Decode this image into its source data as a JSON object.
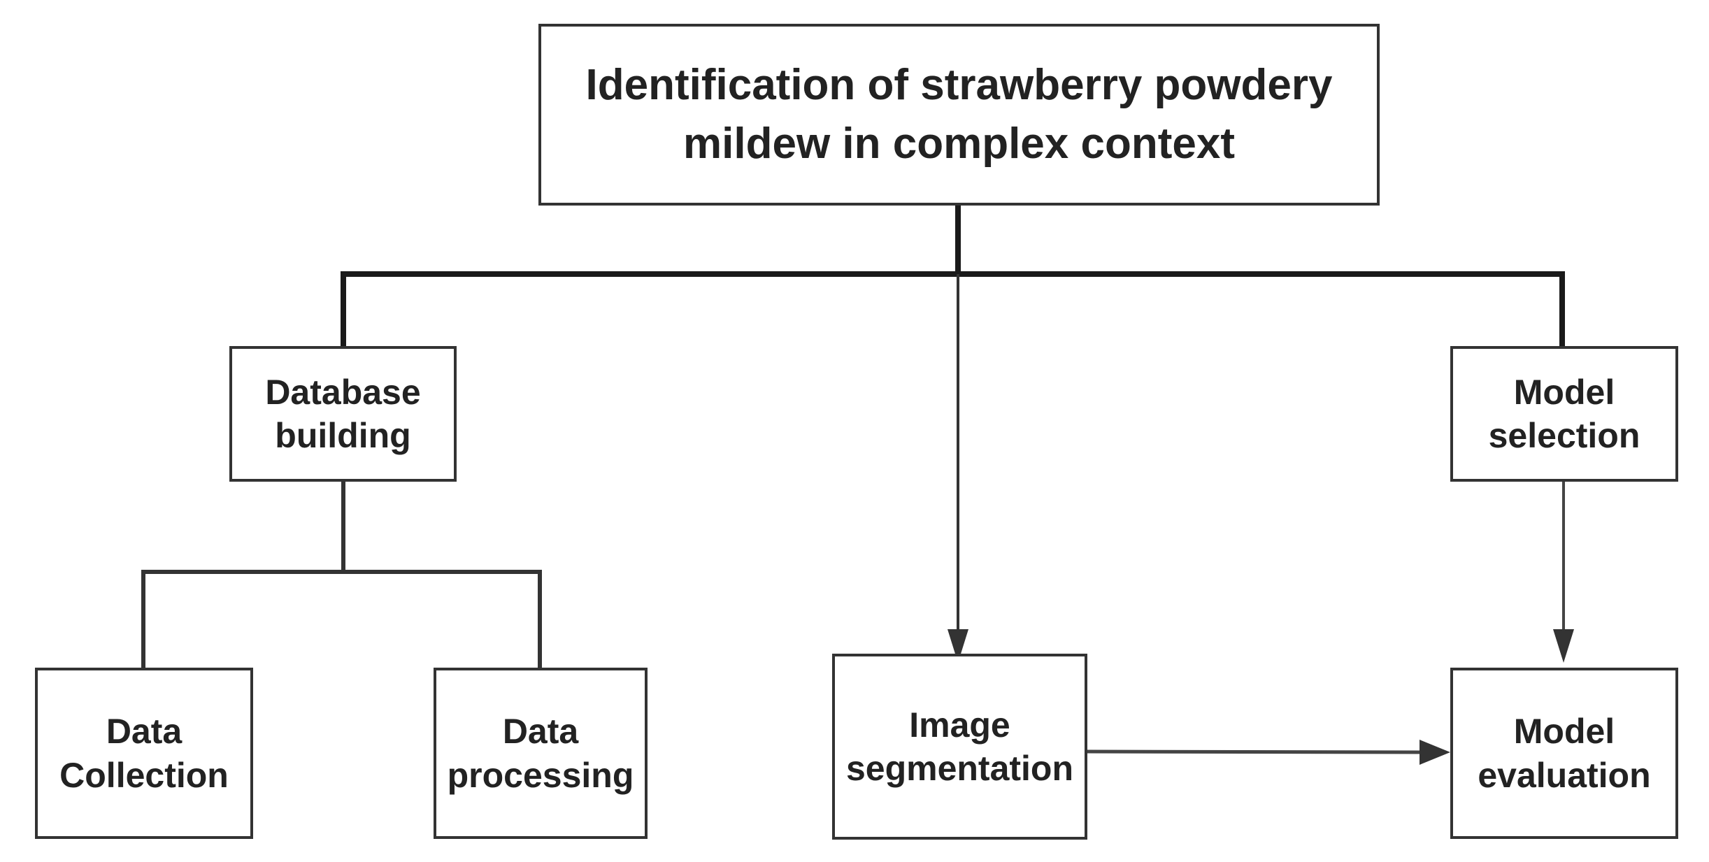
{
  "diagram": {
    "type": "hierarchy",
    "colors": {
      "line": "#333333",
      "border": "#333333",
      "text": "#222222",
      "background": "#ffffff"
    },
    "nodes": {
      "root": "Identification of strawberry powdery\nmildew in complex context",
      "database_building": "Database\nbuilding",
      "model_selection": "Model\nselection",
      "data_collection": "Data\nCollection",
      "data_processing": "Data\nprocessing",
      "image_segmentation": "Image\nsegmentation",
      "model_evaluation": "Model\nevaluation"
    },
    "edges": [
      {
        "from": "root",
        "to": "database_building",
        "style": "tree-line"
      },
      {
        "from": "root",
        "to": "model_selection",
        "style": "tree-line"
      },
      {
        "from": "root",
        "to": "image_segmentation",
        "style": "arrow"
      },
      {
        "from": "database_building",
        "to": "data_collection",
        "style": "tree-line"
      },
      {
        "from": "database_building",
        "to": "data_processing",
        "style": "tree-line"
      },
      {
        "from": "model_selection",
        "to": "model_evaluation",
        "style": "arrow"
      },
      {
        "from": "image_segmentation",
        "to": "model_evaluation",
        "style": "arrow"
      }
    ]
  }
}
